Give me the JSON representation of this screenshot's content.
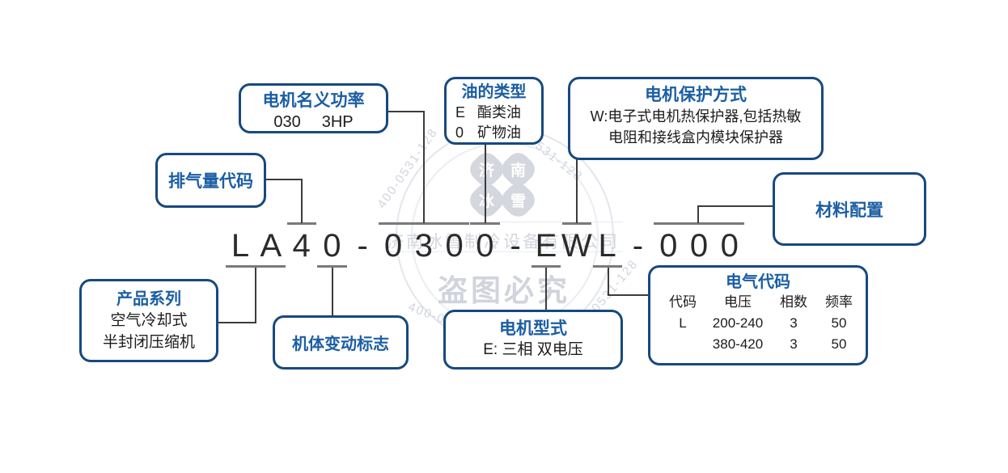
{
  "model_code": {
    "text": "LA40-0300-EWL-000"
  },
  "boxes": {
    "motor_power": {
      "title": "电机名义功率",
      "item": {
        "code": "030",
        "label": "3HP"
      }
    },
    "oil_type": {
      "title": "油的类型",
      "items": [
        {
          "code": "E",
          "label": "酯类油"
        },
        {
          "code": "0",
          "label": "矿物油"
        }
      ]
    },
    "motor_protection": {
      "title": "电机保护方式",
      "lines": [
        "W:电子式电机热保护器,包括热敏",
        "电阻和接线盒内模块保护器"
      ]
    },
    "displacement": {
      "title": "排气量代码"
    },
    "material": {
      "title": "材料配置"
    },
    "product_series": {
      "title": "产品系列",
      "lines": [
        "空气冷却式",
        "半封闭压缩机"
      ]
    },
    "body_change": {
      "title": "机体变动标志"
    },
    "motor_type": {
      "title": "电机型式",
      "line": "E: 三相 双电压"
    },
    "electrical": {
      "title": "电气代码",
      "table": {
        "headers": [
          "代码",
          "电压",
          "相数",
          "频率"
        ],
        "rows": [
          [
            "L",
            "200-240",
            "3",
            "50"
          ],
          [
            "",
            "380-420",
            "3",
            "50"
          ]
        ]
      }
    }
  },
  "watermark": {
    "company": "济南冰雪制冷设备有限公司",
    "warning": "盗图必究",
    "phone": "400-0531-128",
    "logo_chars": [
      "济",
      "南",
      "冰",
      "雪"
    ]
  },
  "colors": {
    "box_border": "#17497f",
    "title_blue": "#1b5ea4",
    "line_dark": "#3c3c3c",
    "bar_gray": "#7a7a7a",
    "watermark_gray": "#c9cdd6"
  }
}
